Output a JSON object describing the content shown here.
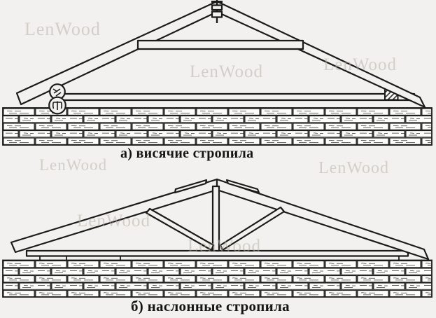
{
  "watermark": {
    "text": "LenWood",
    "color": "#b5afa2"
  },
  "captions": {
    "a": "а) висячие стропила",
    "b": "б) наслонные стропила"
  },
  "colors": {
    "background": "#f2f1ef",
    "line": "#1b1b1b",
    "brick_fill": "#fdfdfc",
    "caption_text": "#151515"
  }
}
